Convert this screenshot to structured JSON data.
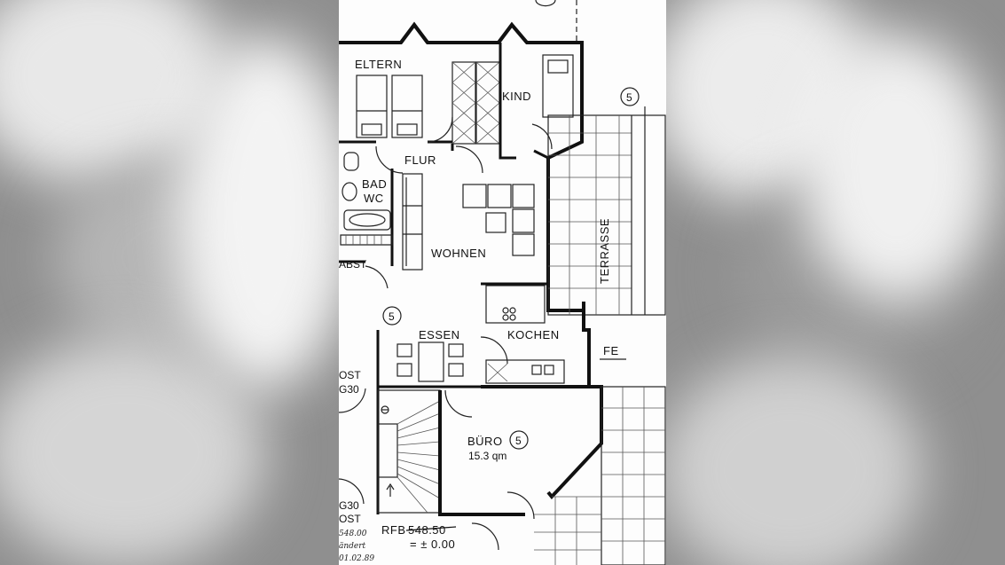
{
  "plan": {
    "rooms": {
      "eltern": "ELTERN",
      "kind": "KIND",
      "flur": "FLUR",
      "bad": "BAD",
      "wc": "WC",
      "wohnen": "WOHNEN",
      "abst": "ABST",
      "essen": "ESSEN",
      "kochen": "KOCHEN",
      "terrasse": "TERRASSE",
      "buero": "BÜRO",
      "buero_area": "15.3 qm",
      "fe": "FE",
      "ost_top": "OST",
      "g30_top": "G30",
      "g30_bottom": "G30",
      "ost_bottom": "OST"
    },
    "markers": [
      "5",
      "5",
      "5"
    ],
    "rfb_label": "RFB",
    "rfb_old_value": "548.50",
    "rfb_new_value": "= ± 0.00",
    "handwritten": [
      "548.00",
      "ändert",
      "01.02.89"
    ]
  },
  "colors": {
    "paper": "#fdfdfd",
    "ink": "#111111",
    "surround": "#8f8f8f"
  }
}
